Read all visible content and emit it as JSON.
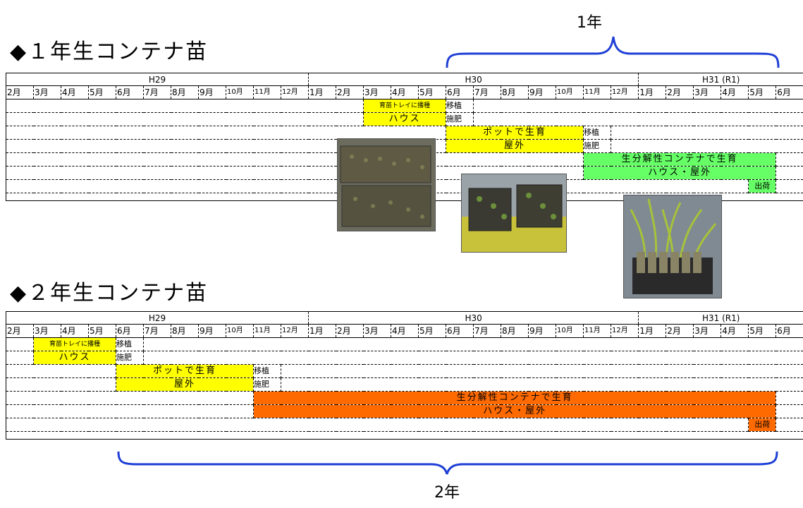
{
  "section1": {
    "title": "◆１年生コンテナ苗",
    "brace_label": "1年",
    "eras": [
      "H29",
      "H30",
      "H31 (R1)"
    ],
    "months": [
      "2月",
      "3月",
      "4月",
      "5月",
      "6月",
      "7月",
      "8月",
      "9月",
      "10月",
      "11月",
      "12月",
      "1月",
      "2月",
      "3月",
      "4月",
      "5月",
      "6月",
      "7月",
      "8月",
      "9月",
      "10月",
      "11月",
      "12月",
      "1月",
      "2月",
      "3月",
      "4月",
      "5月",
      "6月"
    ],
    "bars": {
      "seeding": "育苗トレイに播種",
      "transplant1": "移植",
      "house": "ハウス",
      "fert1": "施肥",
      "pot": "ポットで生育",
      "transplant2": "移植",
      "outdoor": "屋外",
      "fert2": "施肥",
      "container": "生分解性コンテナで生育",
      "house_outdoor": "ハウス・屋外",
      "ship": "出荷"
    },
    "colors": {
      "stage1": "#ffff00",
      "stage2": "#66ff66"
    }
  },
  "section2": {
    "title": "◆２年生コンテナ苗",
    "brace_label": "2年",
    "eras": [
      "H29",
      "H30",
      "H31 (R1)"
    ],
    "months": [
      "2月",
      "3月",
      "4月",
      "5月",
      "6月",
      "7月",
      "8月",
      "9月",
      "10月",
      "11月",
      "12月",
      "1月",
      "2月",
      "3月",
      "4月",
      "5月",
      "6月",
      "7月",
      "8月",
      "9月",
      "10月",
      "11月",
      "12月",
      "1月",
      "2月",
      "3月",
      "4月",
      "5月",
      "6月"
    ],
    "bars": {
      "seeding": "育苗トレイに播種",
      "transplant1": "移植",
      "house": "ハウス",
      "fert1": "施肥",
      "pot": "ポットで生育",
      "transplant2": "移植",
      "outdoor": "屋外",
      "fert2": "施肥",
      "container": "生分解性コンテナで生育",
      "house_outdoor": "ハウス・屋外",
      "ship": "出荷"
    },
    "colors": {
      "stage1": "#ffff00",
      "stage2": "#ff6a00"
    }
  },
  "colors": {
    "brace": "#1f3fd6"
  }
}
